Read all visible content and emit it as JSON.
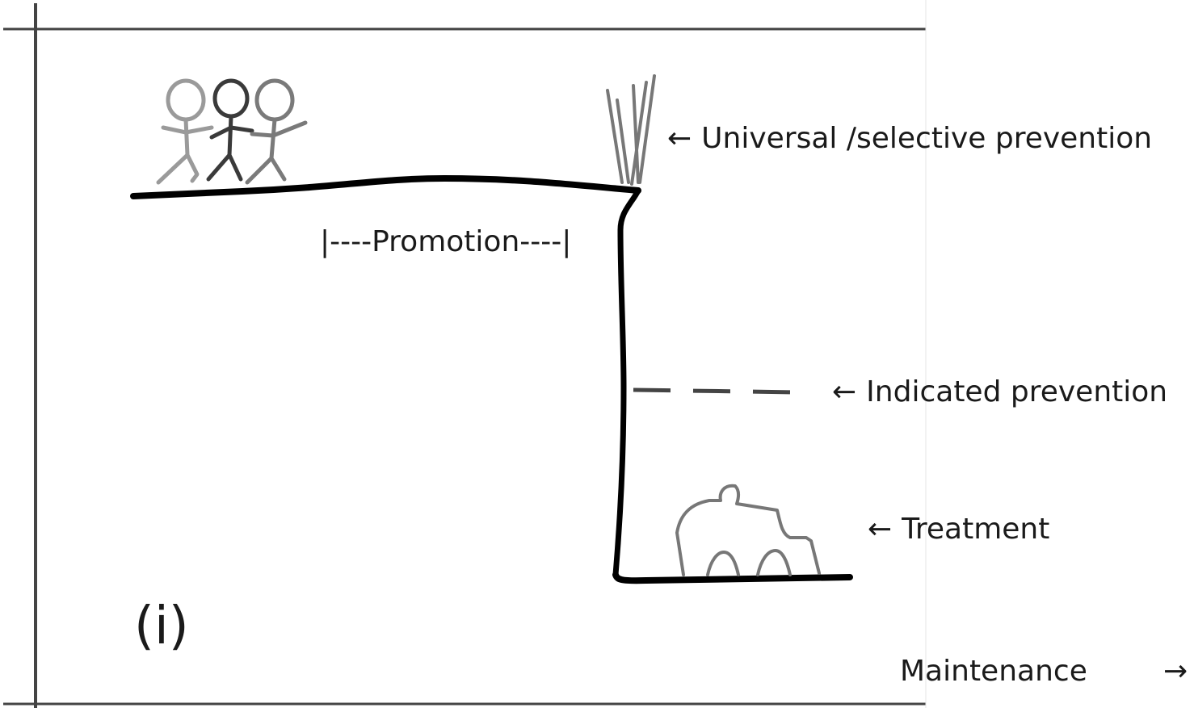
{
  "diagram": {
    "panel_label": "(i)",
    "labels": {
      "universal_selective_prevention": "Universal /selective prevention",
      "indicated_prevention": "Indicated prevention",
      "treatment": "Treatment",
      "promotion": "|----Promotion----|",
      "maintenance": "Maintenance"
    },
    "arrow_left_glyph": "←",
    "arrow_right_glyph": "→",
    "icons": {
      "people": "three-stick-figures-icon",
      "fence": "fence-icon",
      "ambulance": "ambulance-icon"
    }
  }
}
